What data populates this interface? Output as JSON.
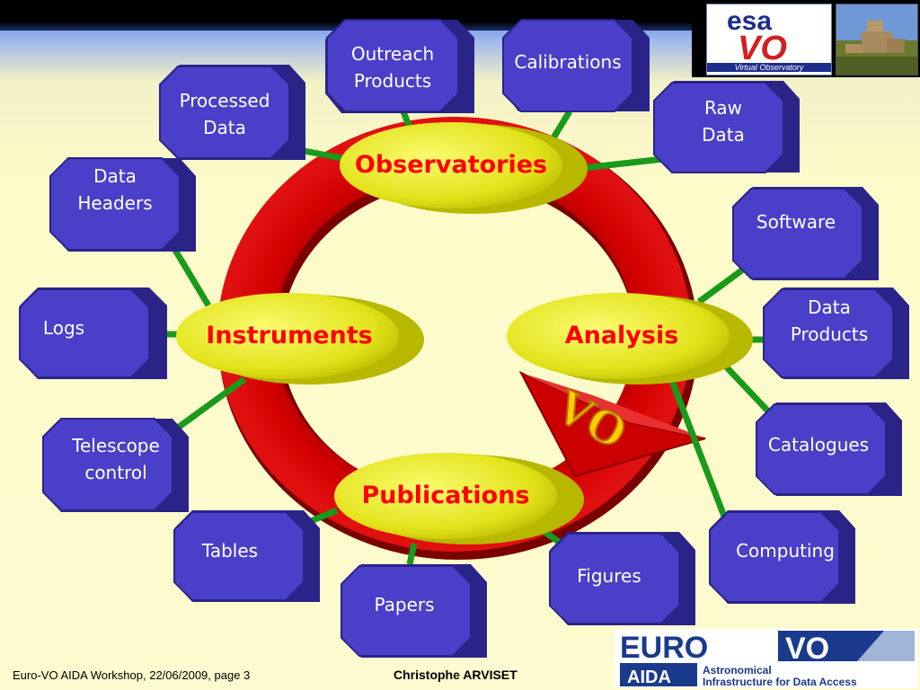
{
  "hubs": {
    "observatories": "Observatories",
    "instruments": "Instruments",
    "analysis": "Analysis",
    "publications": "Publications"
  },
  "arrow_label": "VO",
  "nodes": {
    "outreach_products": "Outreach\nProducts",
    "calibrations": "Calibrations",
    "processed_data": "Processed\nData",
    "raw_data": "Raw\nData",
    "data_headers": "Data\nHeaders",
    "software": "Software",
    "logs": "Logs",
    "data_products": "Data\nProducts",
    "telescope_control": "Telescope\ncontrol",
    "catalogues": "Catalogues",
    "tables": "Tables",
    "computing": "Computing",
    "papers": "Papers",
    "figures": "Figures"
  },
  "logos": {
    "esa": "esa",
    "vo": "VO",
    "vo_subtitle": "Virtual Observatory",
    "euro": "EURO",
    "euro_vo": "VO",
    "aida": "AIDA",
    "aida_line1": "Astronomical",
    "aida_line2": "Infrastructure for Data Access"
  },
  "footer": {
    "left": "Euro-VO AIDA Workshop, 22/06/2009, page 3",
    "center": "Christophe ARVISET"
  },
  "colors": {
    "node_fill": "#4a3fc8",
    "node_side": "#2a2488",
    "hub_fill": "#e6e61a",
    "hub_text": "#ff0000",
    "ring": "#cc0000",
    "connector": "#1a9a1a"
  }
}
